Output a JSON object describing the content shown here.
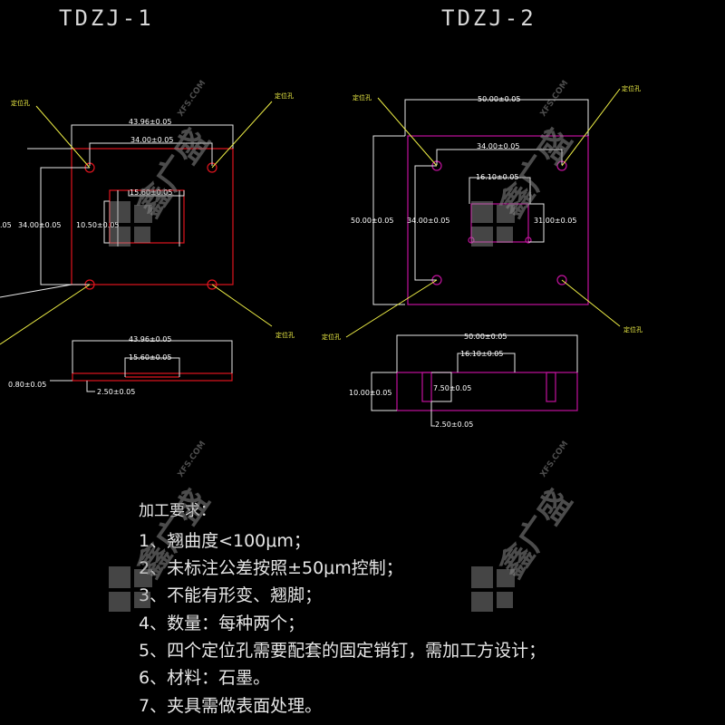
{
  "drawing": {
    "left_title": "TDZJ-1",
    "right_title": "TDZJ-2",
    "hole_label": "定位孔",
    "left": {
      "dim_outer": "43.96±0.05",
      "dim_hole_span": "34.00±0.05",
      "dim_inner_w": "15.60±0.05",
      "dim_inner_h": "10.50±0.05",
      "dim_side_cut": ".05",
      "dim_side_mid": "34.00±0.05",
      "side_outer": "43.96±0.05",
      "side_inner": "15.60±0.05",
      "side_thickness": "0.80±0.05",
      "side_depth": "2.50±0.05"
    },
    "right": {
      "dim_outer": "50.00±0.05",
      "dim_hole_span": "34.00±0.05",
      "dim_inner_w": "16.10±0.05",
      "dim_inner_h": "31.00±0.05",
      "dim_left_outer": "50.00±0.05",
      "dim_left_mid": "34.00±0.05",
      "side_outer": "50.00±0.05",
      "side_inner": "16.10±0.05",
      "side_height": "10.00±0.05",
      "side_mid": "7.50±0.05",
      "side_depth": "2.50±0.05"
    }
  },
  "requirements": {
    "heading": "加工要求：",
    "items": [
      "1、翘曲度<100μm；",
      "2、未标注公差按照±50μm控制；",
      "3、不能有形变、翘脚；",
      "4、数量：每种两个；",
      "5、四个定位孔需要配套的固定销钉，需加工方设计；",
      "6、材料：石墨。",
      "7、夹具需做表面处理。"
    ]
  },
  "watermark": {
    "brand": "鑫广盛",
    "site": "XFS.COM"
  },
  "colors": {
    "background": "#000000",
    "outline_left": "#e0141e",
    "outline_right": "#c0129c",
    "leader": "#f0f046",
    "dimension": "#e8e8e8"
  }
}
